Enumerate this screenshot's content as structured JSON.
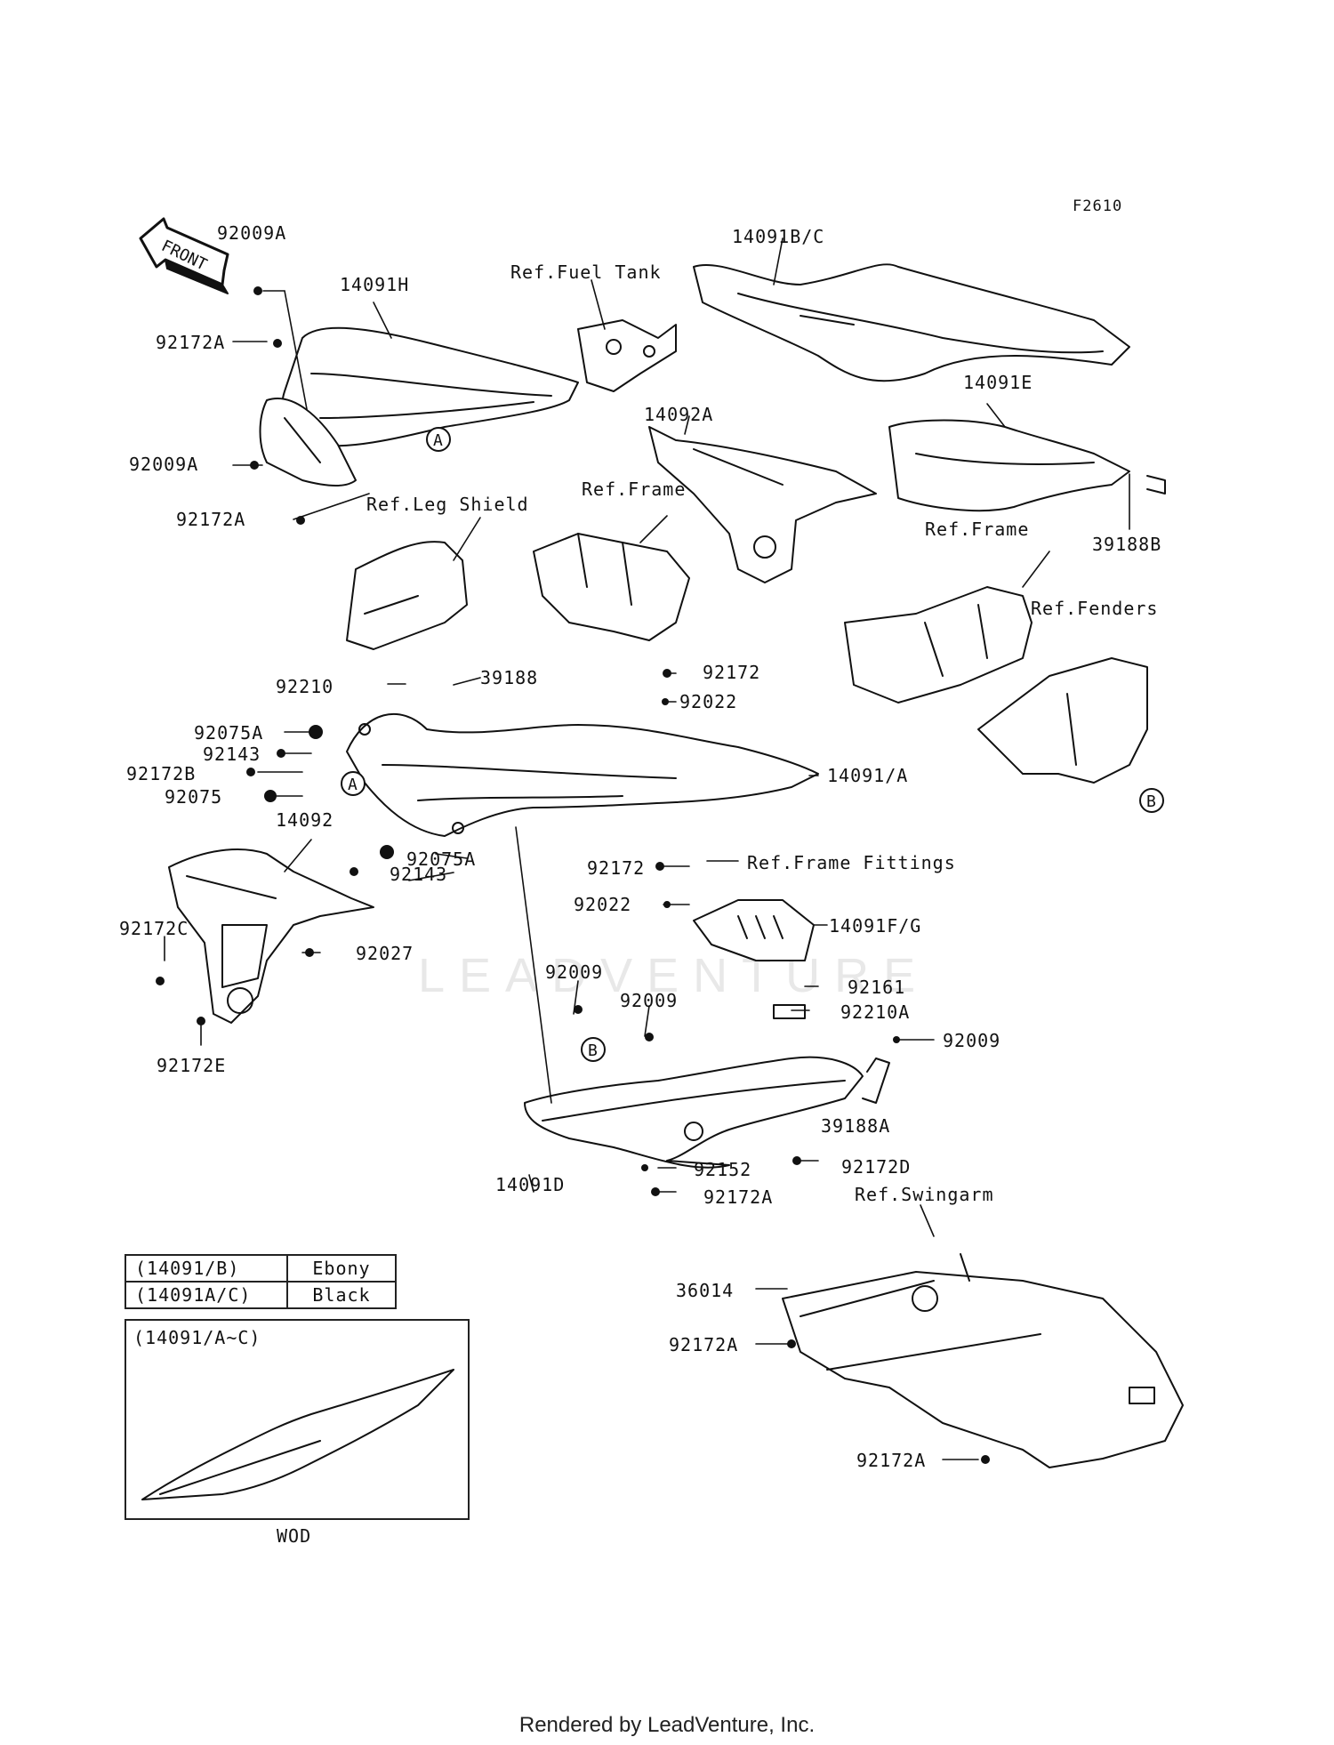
{
  "figure_code": "F2610",
  "front_arrow_text": "FRONT",
  "labels": {
    "l_92009A_top": "92009A",
    "l_14091H": "14091H",
    "l_92172A_1": "92172A",
    "l_92009A_mid": "92009A",
    "l_92172A_2": "92172A",
    "l_ref_fuel_tank": "Ref.Fuel Tank",
    "l_14091BC": "14091B/C",
    "l_14092A": "14092A",
    "l_14091E": "14091E",
    "l_ref_frame_1": "Ref.Frame",
    "l_ref_leg_shield": "Ref.Leg Shield",
    "l_ref_frame_2": "Ref.Frame",
    "l_39188B": "39188B",
    "l_ref_fenders": "Ref.Fenders",
    "l_92210": "92210",
    "l_39188": "39188",
    "l_92172_a": "92172",
    "l_92022_a": "92022",
    "l_92075A": "92075A",
    "l_92143_a": "92143",
    "l_92172B": "92172B",
    "l_92075": "92075",
    "l_14091A": "14091/A",
    "l_14092": "14092",
    "l_92075A_2": "92075A",
    "l_92143_b": "92143",
    "l_92172_b": "92172",
    "l_ref_frame_fittings": "Ref.Frame Fittings",
    "l_92022_b": "92022",
    "l_14091FG": "14091F/G",
    "l_92172C": "92172C",
    "l_92027": "92027",
    "l_92009_a": "92009",
    "l_92161": "92161",
    "l_92009_b": "92009",
    "l_92210A": "92210A",
    "l_92009_c": "92009",
    "l_92172E": "92172E",
    "l_39188A": "39188A",
    "l_92172D": "92172D",
    "l_14091D": "14091D",
    "l_92152": "92152",
    "l_92172A_3": "92172A",
    "l_ref_swingarm": "Ref.Swingarm",
    "l_36014": "36014",
    "l_92172A_4": "92172A",
    "l_92172A_5": "92172A"
  },
  "callouts": {
    "A1": "A",
    "A2": "A",
    "B1": "B",
    "B2": "B"
  },
  "color_table": [
    {
      "part": "(14091/B)",
      "color": "Ebony"
    },
    {
      "part": "(14091A/C)",
      "color": "Black"
    }
  ],
  "inset": {
    "title": "(14091/A~C)",
    "caption": "WOD"
  },
  "watermark": "LEADVENTURE",
  "footer": "Rendered by LeadVenture, Inc."
}
